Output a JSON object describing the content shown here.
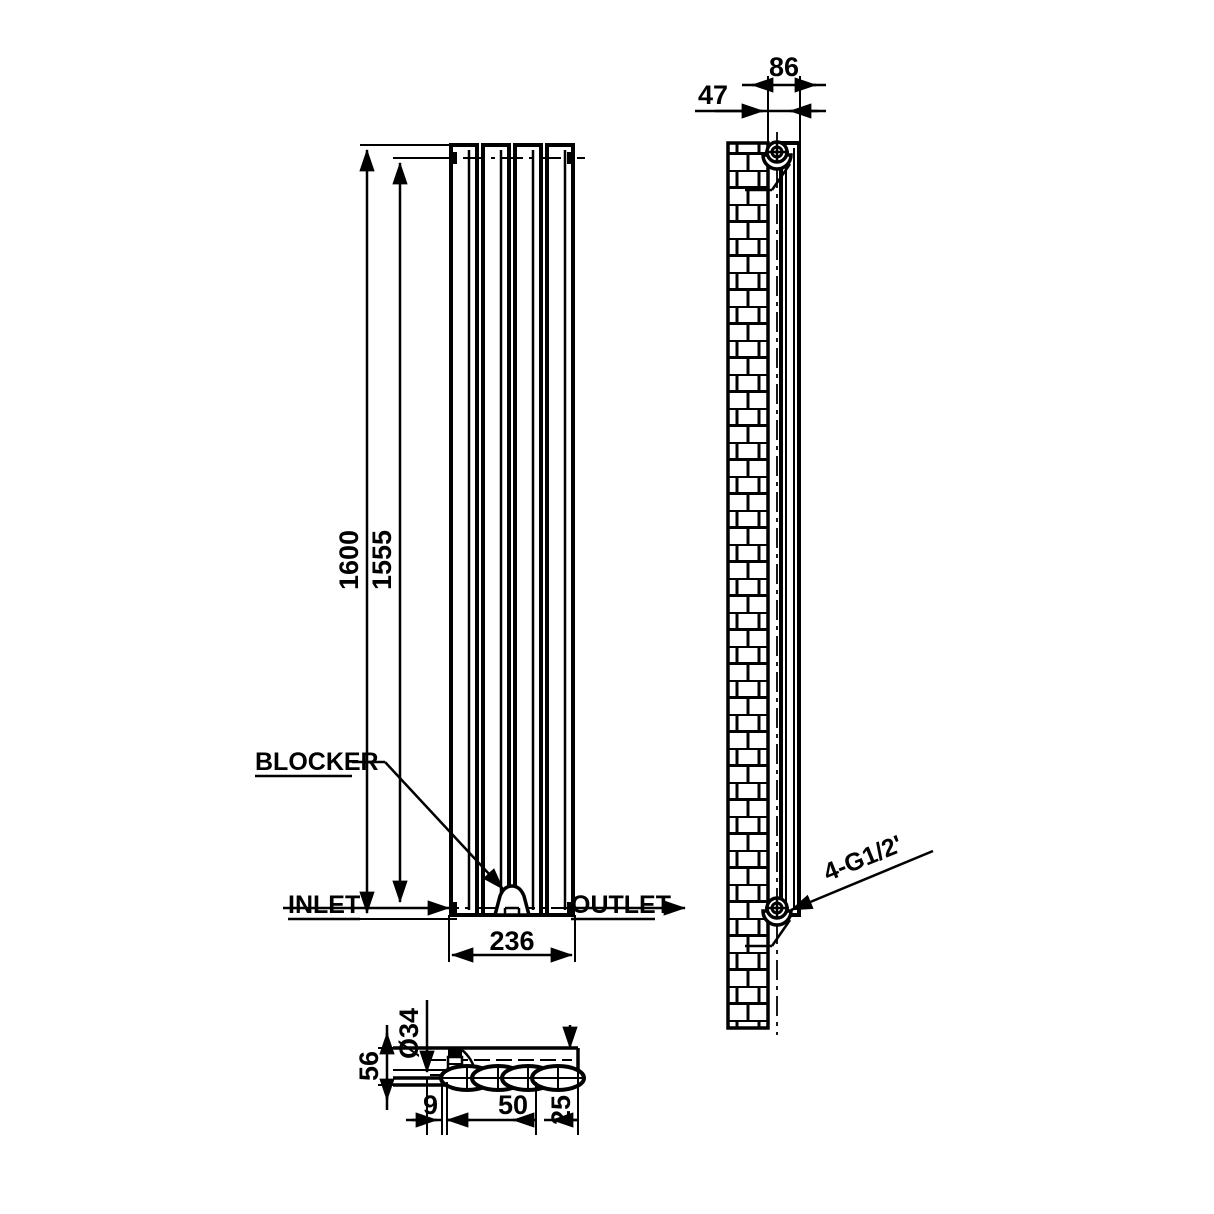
{
  "drawing": {
    "title": "Vertical Radiator Technical Drawing",
    "line_color": "#000000",
    "background_color": "#ffffff",
    "views": {
      "front": {
        "name": "front-elevation",
        "panel_count": 4,
        "dimensions": {
          "overall_height": "1600",
          "panel_height": "1555",
          "overall_width": "236"
        },
        "labels": {
          "inlet": "INLET",
          "outlet": "OUTLET",
          "blocker": "BLOCKER"
        }
      },
      "side": {
        "name": "side-section-view",
        "dimensions": {
          "depth_total": "86",
          "wall_offset": "47"
        },
        "labels": {
          "connection": "4-G1/2'"
        }
      },
      "plan": {
        "name": "plan-section-detail",
        "tube_count": 4,
        "dimensions": {
          "depth": "56",
          "tube_diameter": "Ø34",
          "edge_offset": "9",
          "tube_pitch": "50",
          "end_offset": "25"
        }
      }
    }
  }
}
